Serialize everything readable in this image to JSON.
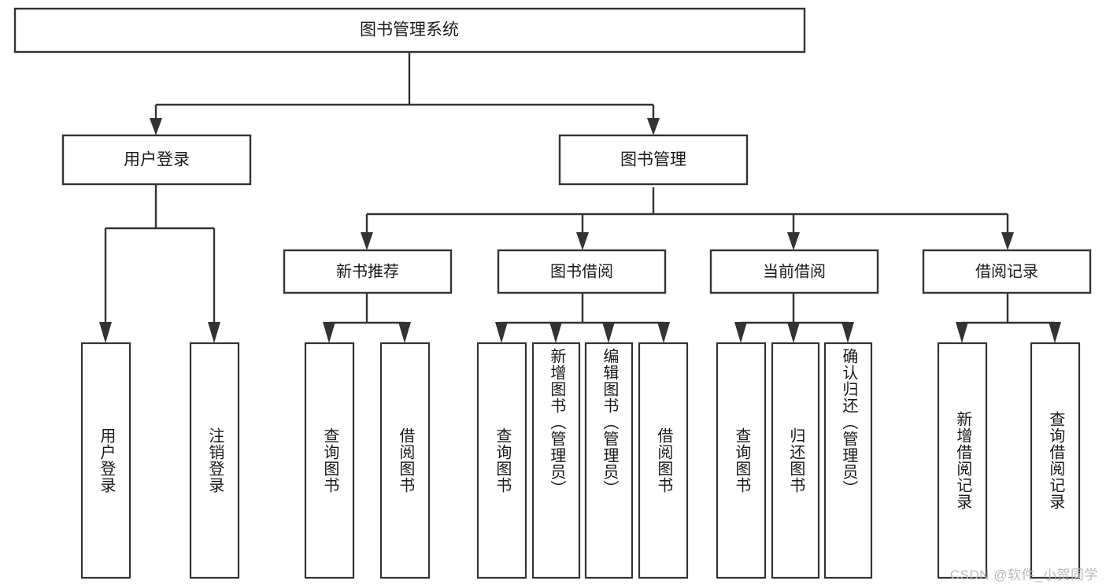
{
  "diagram": {
    "type": "tree-hierarchy",
    "title": "图书管理系统",
    "root": {
      "id": "root",
      "label": "图书管理系统"
    },
    "level1": [
      {
        "id": "user-login",
        "label": "用户登录"
      },
      {
        "id": "book-manage",
        "label": "图书管理"
      }
    ],
    "level2": [
      {
        "id": "new-book-recommend",
        "label": "新书推荐",
        "parent": "book-manage"
      },
      {
        "id": "book-borrow",
        "label": "图书借阅",
        "parent": "book-manage"
      },
      {
        "id": "current-borrow",
        "label": "当前借阅",
        "parent": "book-manage"
      },
      {
        "id": "borrow-record",
        "label": "借阅记录",
        "parent": "book-manage"
      }
    ],
    "leaves": [
      {
        "id": "leaf-user-login",
        "label": "用户登录",
        "parent": "user-login"
      },
      {
        "id": "leaf-logout",
        "label": "注销登录",
        "parent": "user-login"
      },
      {
        "id": "leaf-query-book-1",
        "label": "查询图书",
        "parent": "new-book-recommend"
      },
      {
        "id": "leaf-borrow-book-1",
        "label": "借阅图书",
        "parent": "new-book-recommend"
      },
      {
        "id": "leaf-query-book-2",
        "label": "查询图书",
        "parent": "book-borrow"
      },
      {
        "id": "leaf-add-book",
        "label": "新增图书（管理员）",
        "parent": "book-borrow"
      },
      {
        "id": "leaf-edit-book",
        "label": "编辑图书（管理员）",
        "parent": "book-borrow"
      },
      {
        "id": "leaf-borrow-book-2",
        "label": "借阅图书",
        "parent": "book-borrow"
      },
      {
        "id": "leaf-query-book-3",
        "label": "查询图书",
        "parent": "current-borrow"
      },
      {
        "id": "leaf-return-book",
        "label": "归还图书",
        "parent": "current-borrow"
      },
      {
        "id": "leaf-confirm-return",
        "label": "确认归还（管理员）",
        "parent": "current-borrow"
      },
      {
        "id": "leaf-add-record",
        "label": "新增借阅记录",
        "parent": "borrow-record"
      },
      {
        "id": "leaf-query-record",
        "label": "查询借阅记录",
        "parent": "borrow-record"
      }
    ]
  },
  "watermark": {
    "text": "CSDN @软件_小贺同学"
  },
  "colors": {
    "stroke": "#333333",
    "box_fill": "#ffffff",
    "text": "#1a1a1a",
    "watermark": "#b9b9b9",
    "background": "#ffffff"
  }
}
